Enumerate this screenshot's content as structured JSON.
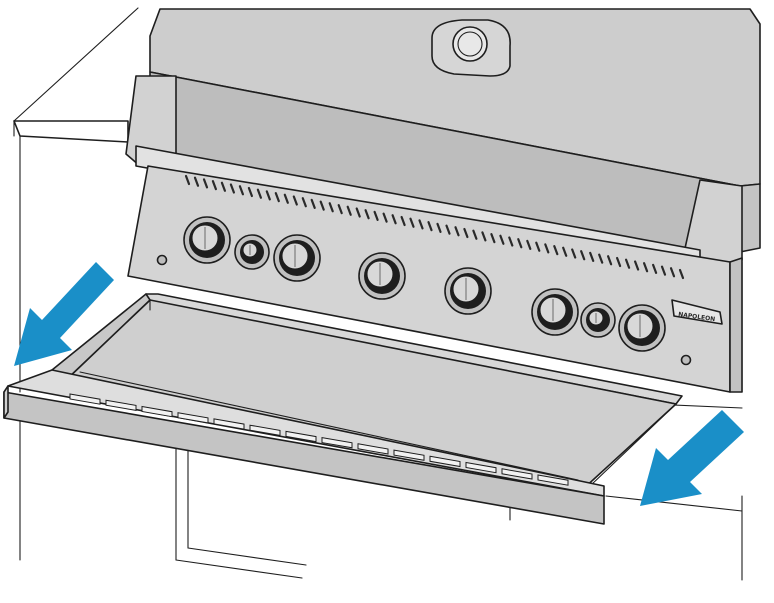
{
  "image": {
    "brand_logo": "NAPOLEON",
    "colors": {
      "steel_light": "#dadada",
      "steel_mid": "#c8c8c8",
      "steel_dark": "#b6b6b6",
      "outline": "#1e1e1e",
      "arrow": "#1a8fc8",
      "background": "#ffffff"
    },
    "arrows": [
      {
        "name": "pull-out-arrow-left",
        "direction": "down-left"
      },
      {
        "name": "pull-out-arrow-right",
        "direction": "down-left"
      }
    ],
    "knob_count": 8,
    "drip_tray_vent_slots": 14
  }
}
